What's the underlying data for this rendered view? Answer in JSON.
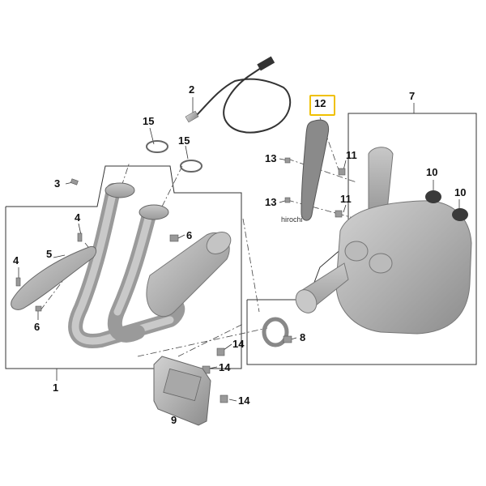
{
  "labels": {
    "p1": "1",
    "p2": "2",
    "p3": "3",
    "p4a": "4",
    "p4b": "4",
    "p5": "5",
    "p6a": "6",
    "p6b": "6",
    "p7": "7",
    "p8": "8",
    "p9": "9",
    "p10a": "10",
    "p10b": "10",
    "p11a": "11",
    "p11b": "11",
    "p12": "12",
    "p13a": "13",
    "p13b": "13",
    "p14a": "14",
    "p14b": "14",
    "p14c": "14",
    "p15a": "15",
    "p15b": "15"
  },
  "watermark": "hirochi",
  "highlight_color": "#f0c000",
  "part_color": "#b8b8b8"
}
